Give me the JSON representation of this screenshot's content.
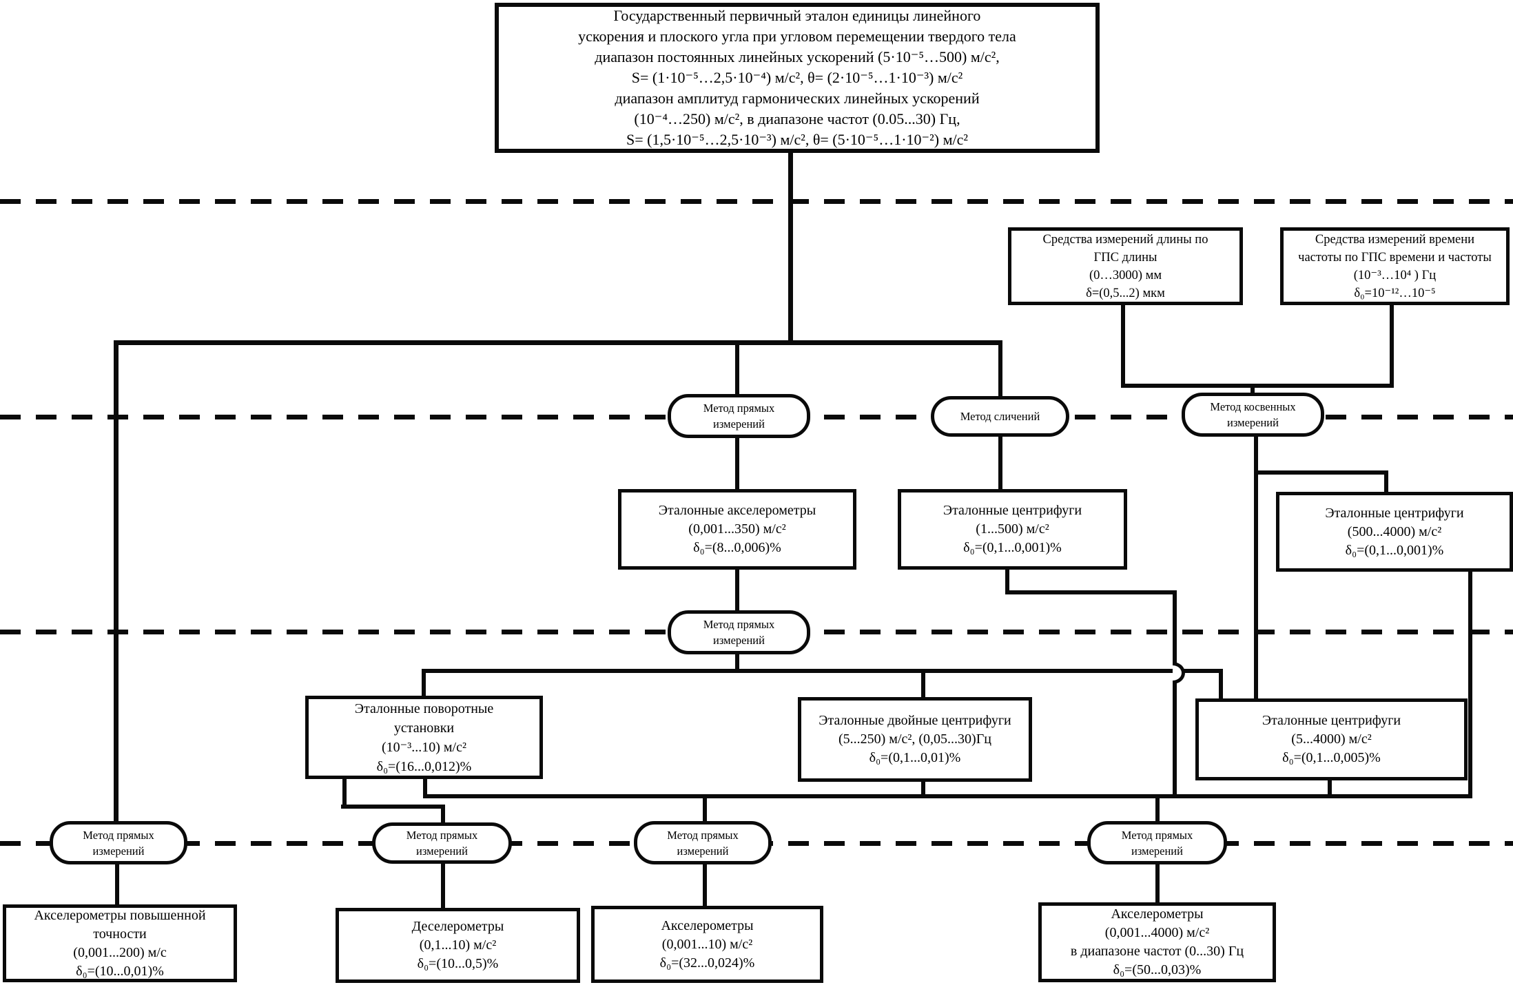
{
  "scheme": {
    "kind": "state-verification-scheme-flowchart",
    "colors": {
      "line": "#0a0a0a",
      "background": "#ffffff"
    },
    "labels": {
      "method_direct": [
        "Метод прямых",
        "измерений"
      ],
      "method_comparison": [
        "Метод сличений"
      ],
      "method_indirect": [
        "Метод косвенных",
        "измерений"
      ]
    },
    "nodes": {
      "top_standard": [
        "Государственный первичный эталон единицы линейного",
        "ускорения и плоского угла при угловом перемещении твердого тела",
        "диапазон постоянных линейных ускорений (5·10⁻⁵…500) м/с²,",
        "S= (1·10⁻⁵…2,5·10⁻⁴) м/с², θ= (2·10⁻⁵…1·10⁻³) м/с²",
        "диапазон амплитуд гармонических линейных ускорений",
        "(10⁻⁴…250) м/с², в диапазоне частот (0.05...30) Гц,",
        "S= (1,5·10⁻⁵…2,5·10⁻³) м/с², θ= (5·10⁻⁵…1·10⁻²) м/с²"
      ],
      "si_length": [
        "Средства измерений длины по",
        "ГПС длины",
        "(0…3000) мм",
        "δ=(0,5...2) мкм"
      ],
      "si_time": [
        "Средства измерений времени",
        "частоты по ГПС времени и частоты",
        "(10⁻³…10⁴ ) Гц",
        "δ₀=10⁻¹²…10⁻⁵"
      ],
      "ref_accelerometers": [
        "Эталонные акселерометры",
        "(0,001...350) м/с²",
        "δ₀=(8...0,006)%"
      ],
      "ref_centrifuges_1_500": [
        "Эталонные центрифуги",
        "(1...500) м/с²",
        "δ₀=(0,1...0,001)%"
      ],
      "ref_centrifuges_500_4000": [
        "Эталонные центрифуги",
        "(500...4000) м/с²",
        "δ₀=(0,1...0,001)%"
      ],
      "ref_rotary_units": [
        "Эталонные поворотные",
        "установки",
        "(10⁻³...10) м/с²",
        "δ₀=(16...0,012)%"
      ],
      "ref_double_centrifuges": [
        "Эталонные двойные центрифуги",
        "(5...250) м/с², (0,05...30)Гц",
        "δ₀=(0,1...0,01)%"
      ],
      "ref_centrifuges_5_4000": [
        "Эталонные центрифуги",
        "(5...4000) м/с²",
        "δ₀=(0,1...0,005)%"
      ],
      "accelerometers_high_precision": [
        "Акселерометры повышенной",
        "точности",
        "(0,001...200) м/с",
        "δ₀=(10...0,01)%"
      ],
      "decelerometers": [
        "Деселерометры",
        "(0,1...10) м/с²",
        "δ₀=(10...0,5)%"
      ],
      "accelerometers_0_001_10": [
        "Акселерометры",
        "(0,001...10) м/с²",
        "δ₀=(32...0,024)%"
      ],
      "accelerometers_0_001_4000": [
        "Акселерометры",
        "(0,001...4000) м/с²",
        "в диапазоне частот (0...30) Гц",
        "δ₀=(50...0,03)%"
      ]
    }
  }
}
